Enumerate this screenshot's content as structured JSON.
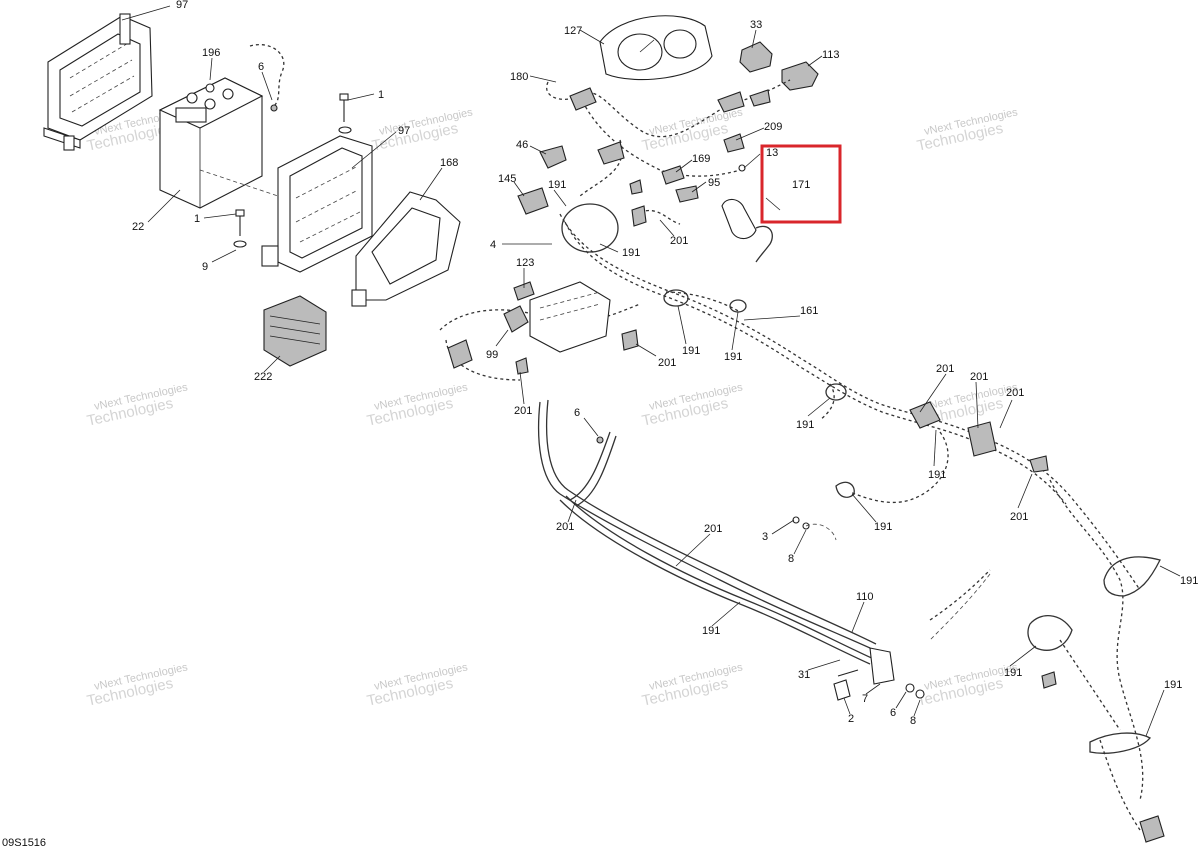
{
  "diagram_code": "09S1516",
  "watermark": {
    "line1": "vNext Technologies",
    "line2": "Technologies"
  },
  "highlight": {
    "part": "171",
    "color": "#d9262b"
  },
  "callouts": [
    "97",
    "196",
    "6",
    "1",
    "97",
    "22",
    "1",
    "9",
    "168",
    "222",
    "127",
    "33",
    "113",
    "180",
    "209",
    "13",
    "46",
    "169",
    "171",
    "145",
    "191",
    "95",
    "201",
    "191",
    "4",
    "123",
    "99",
    "201",
    "191",
    "191",
    "161",
    "201",
    "6",
    "191",
    "201",
    "201",
    "201",
    "191",
    "191",
    "201",
    "3",
    "8",
    "191",
    "201",
    "191",
    "110",
    "201",
    "31",
    "7",
    "2",
    "6",
    "8",
    "191",
    "191"
  ]
}
